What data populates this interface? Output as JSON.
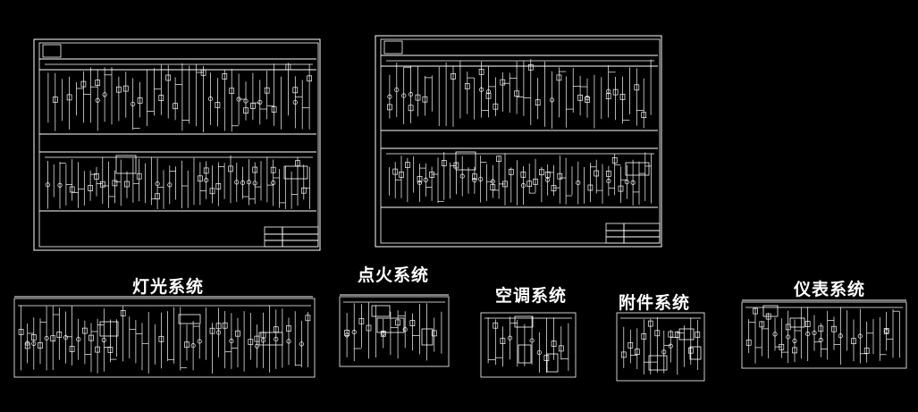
{
  "sheets": {
    "lighting": {
      "title": "灯光系统"
    },
    "ignition": {
      "title": "点火系统"
    },
    "aircon": {
      "title": "空调系统"
    },
    "accessory": {
      "title": "附件系统"
    },
    "instrument": {
      "title": "仪表系统"
    }
  },
  "colors": {
    "background": "#000000",
    "line": "#ffffff",
    "title": "#ffffff"
  }
}
